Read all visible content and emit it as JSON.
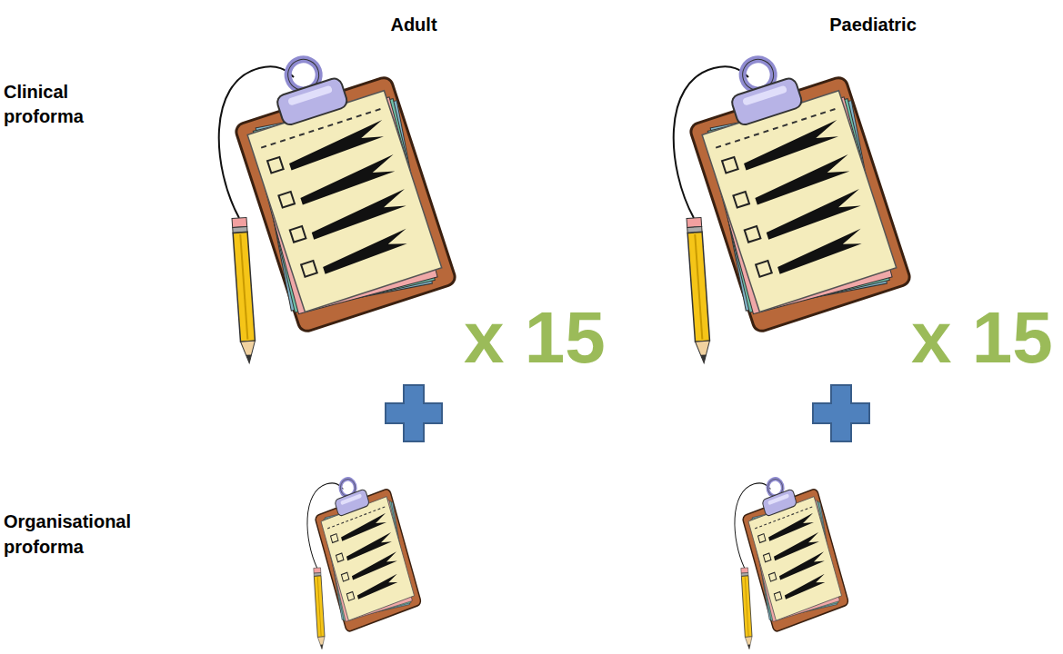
{
  "diagram": {
    "labels": [
      "Adult",
      "Paediatric",
      "Clinical proforma",
      "x 15",
      "x 15",
      "Organisational proforma"
    ]
  }
}
